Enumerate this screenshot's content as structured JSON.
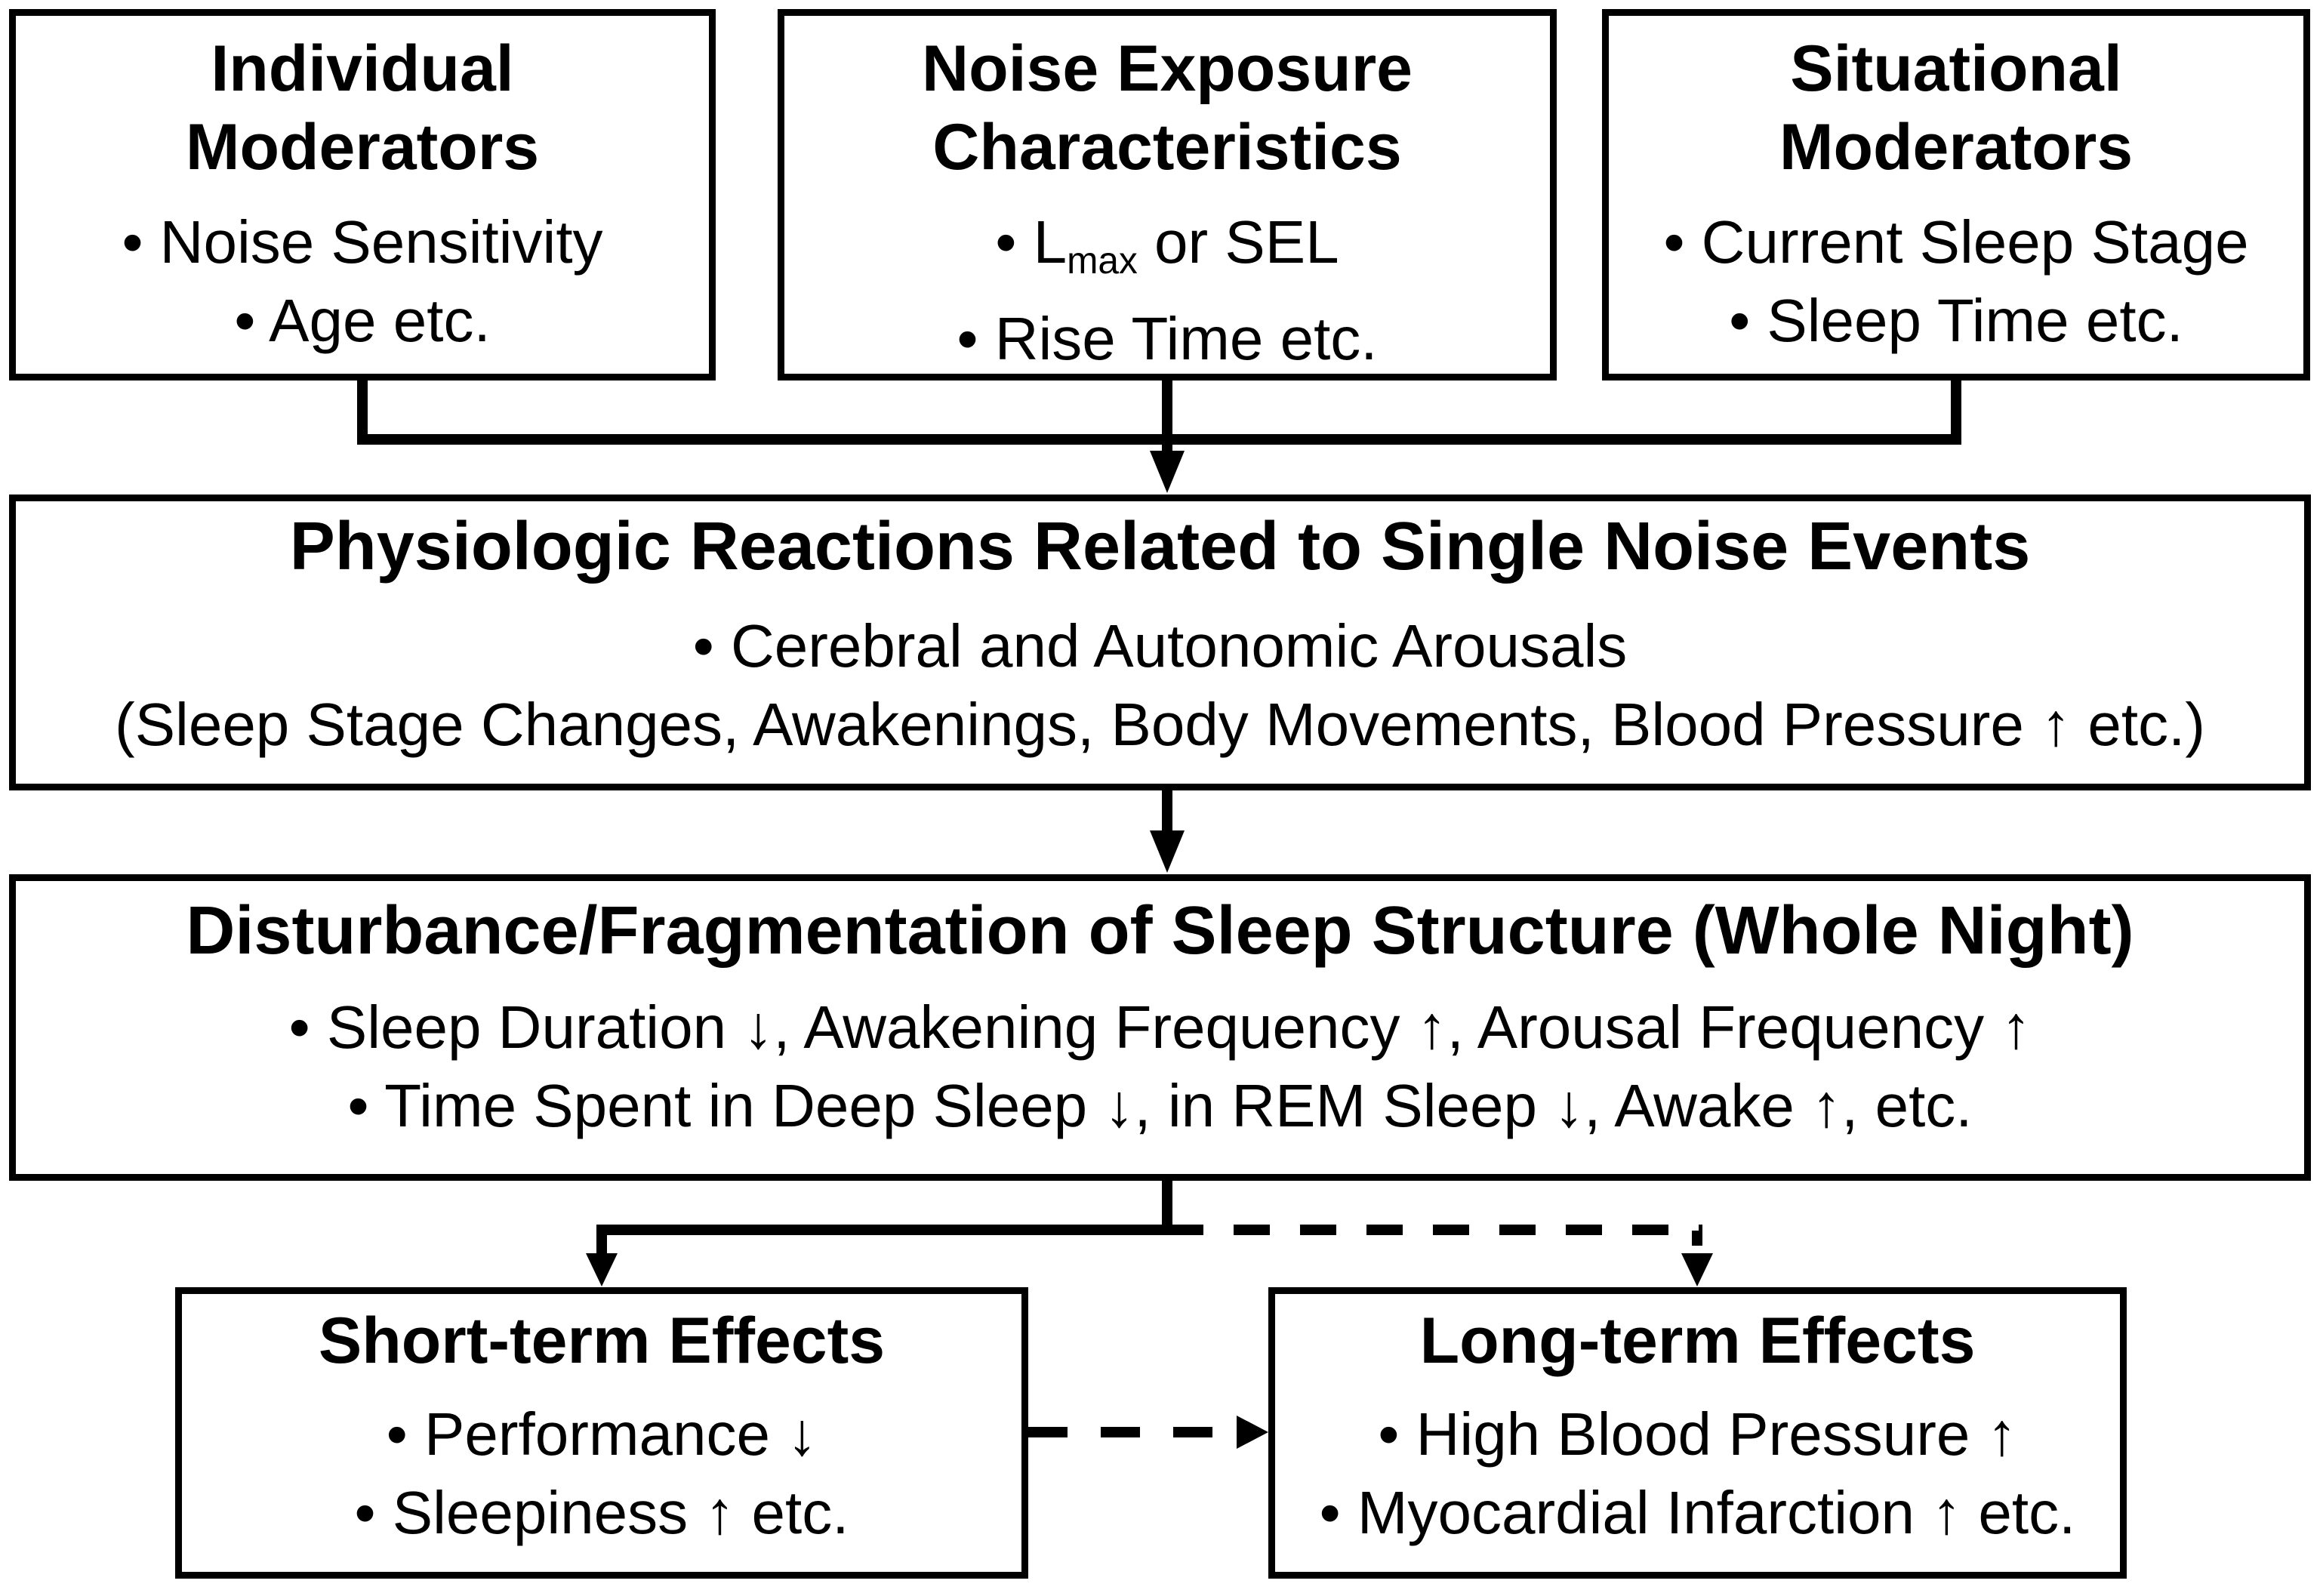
{
  "colors": {
    "ink": "#000000",
    "paper": "#ffffff"
  },
  "boxes": {
    "individual": {
      "title1": "Individual",
      "title2": "Moderators",
      "bullet1": "• Noise Sensitivity",
      "bullet2": "• Age etc."
    },
    "noise": {
      "title1": "Noise Exposure",
      "title2": "Characteristics",
      "bullet1_pre": "• L",
      "bullet1_sub": "max",
      "bullet1_post": " or SEL",
      "bullet2": "• Rise Time etc."
    },
    "situational": {
      "title1": "Situational",
      "title2": "Moderators",
      "bullet1": "• Current Sleep Stage",
      "bullet2": "• Sleep Time etc."
    },
    "physiologic": {
      "title": "Physiologic Reactions Related to Single Noise Events",
      "bullet1": "• Cerebral and Autonomic Arousals",
      "bullet2": "(Sleep Stage Changes, Awakenings, Body Movements, Blood Pressure ↑ etc.)"
    },
    "disturbance": {
      "title": "Disturbance/Fragmentation of Sleep Structure (Whole Night)",
      "bullet1": "• Sleep Duration ↓, Awakening Frequency ↑, Arousal Frequency ↑",
      "bullet2": "• Time Spent in Deep Sleep ↓, in REM Sleep ↓, Awake ↑, etc."
    },
    "short_term": {
      "title": "Short-term Effects",
      "bullet1": "• Performance ↓",
      "bullet2": "• Sleepiness ↑ etc."
    },
    "long_term": {
      "title": "Long-term Effects",
      "bullet1": "• High Blood Pressure ↑",
      "bullet2": "• Myocardial Infarction ↑ etc."
    }
  }
}
